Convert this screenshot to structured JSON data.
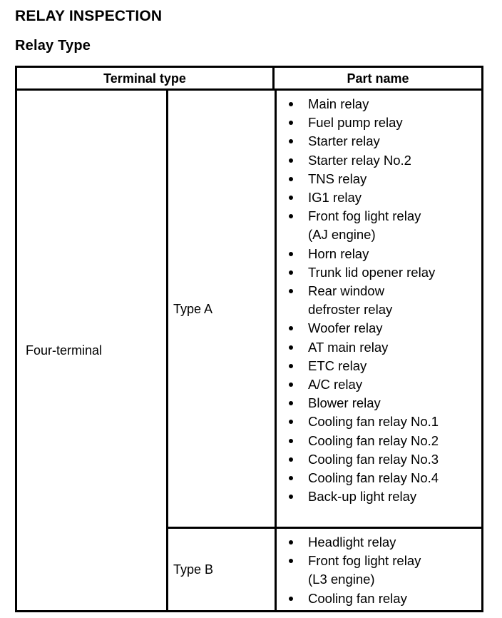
{
  "document": {
    "title": "RELAY INSPECTION",
    "subtitle": "Relay Type"
  },
  "table": {
    "headers": {
      "terminal_type": "Terminal type",
      "part_name": "Part name"
    },
    "terminal_type_label": "Four-terminal",
    "rows": [
      {
        "type_label": "Type A",
        "parts": [
          "Main relay",
          "Fuel pump relay",
          "Starter relay",
          "Starter relay No.2",
          "TNS relay",
          "IG1 relay",
          "Front fog light relay\n(AJ engine)",
          "Horn relay",
          "Trunk lid opener relay",
          "Rear window\ndefroster relay",
          "Woofer relay",
          "AT main relay",
          "ETC relay",
          "A/C relay",
          "Blower relay",
          "Cooling fan relay No.1",
          "Cooling fan relay No.2",
          "Cooling fan relay No.3",
          "Cooling fan relay No.4",
          "Back-up light relay"
        ]
      },
      {
        "type_label": "Type B",
        "parts": [
          "Headlight relay",
          "Front fog light relay\n(L3 engine)",
          "Cooling fan relay"
        ]
      }
    ]
  }
}
